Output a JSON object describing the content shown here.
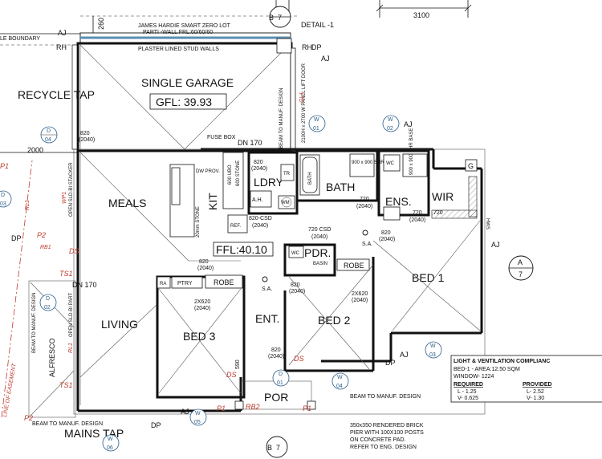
{
  "dimensions": {
    "top_dim": "3100",
    "left_dim": "2000",
    "garage_offset": "260",
    "porch_dim": "590"
  },
  "notes": {
    "zero_lot": "JAMES HARDIE SMART ZERO LOT",
    "parti_wall": "PARTI -WALL FRL:60/60/60",
    "plaster_walls": "PLASTER LINED STUD WALLS",
    "side_boundary": "LE BOUNDARY",
    "beam_manuf_top": "BEAM TO MANUF. DESIGN",
    "panel_lift_door": "2100H x 2700 W PANEL LIFT DOOR",
    "line_of_easement": "LINE OF EASEMENT",
    "beam_left": "BEAM TO MANUF. DESIGN",
    "beam_bottom_left": "BEAM TO MANUF. DESIGN",
    "beam_bottom": "BEAM TO MANUF. DESIGN",
    "pier_1": "350x350 RENDERED BRICK",
    "pier_2": "PIER WITH 100X100 POSTS",
    "pier_3": "ON CONCRETE PAD.",
    "pier_4": "REFER TO ENG. DESIGN",
    "open_sld_stacker": "OPEN SLD-BI STACKER",
    "open_sld_part": "OPEN SLD-BI PART",
    "stone_20mm": "20mm STONE",
    "gfl": "GFL: 39.93",
    "ffl": "FFL:40.10"
  },
  "rooms": {
    "garage": "SINGLE GARAGE",
    "meals": "MEALS",
    "kit": "KIT",
    "ldry": "LDRY",
    "bath": "BATH",
    "ens": "ENS.",
    "wir": "WIR",
    "living": "LIVING",
    "bed3": "BED 3",
    "ent": "ENT.",
    "bed2": "BED 2",
    "bed1": "BED 1",
    "pdr": "PDR.",
    "por": "POR",
    "alfresco": "ALFRESCO",
    "robe_a": "ROBE",
    "robe_b": "ROBE",
    "ptry": "PTRY",
    "ra": "RA",
    "ref": "REF.",
    "ah": "A.H.",
    "wm": "WM",
    "tr": "TR",
    "wc_a": "WC",
    "wc_b": "WC",
    "basin": "BASIN",
    "shower_a": "900 x 900 SHR BASE",
    "shower_b": "900 x 900 SHR BASE",
    "dw": "DW PROV.",
    "ubo": "600 UBO",
    "stone": "600 STONE",
    "fuse_box": "FUSE BOX"
  },
  "tags": {
    "recycle_tap": "RECYCLE TAP",
    "mains_tap": "MAINS TAP",
    "detail": "DETAIL -1",
    "sa1": "S.A.",
    "sa2": "S.A.",
    "g": "G",
    "hws": "HWS",
    "dn1": "DN 170",
    "dn2": "DN 170",
    "aj": "AJ",
    "rh": "RH",
    "dp": "DP",
    "ds": "DS",
    "p1": "P1",
    "p2": "P2",
    "rb1": "RB1",
    "rb2": "RB2",
    "rl1": "RL1",
    "ts1": "TS1",
    "wp1": "WP1",
    "gl1": "GL1"
  },
  "doors": {
    "d820": "820",
    "h2040": "(2040)",
    "d720": "720",
    "d720csd": "720 CSD",
    "d820csd": "820-CSD",
    "d2x620": "2X620"
  },
  "markers": {
    "b7_top": {
      "letter": "B",
      "num": "7"
    },
    "b7_bottom": {
      "letter": "B",
      "num": "7"
    },
    "a7": {
      "letter": "A",
      "num": "7"
    },
    "d04": {
      "letter": "D",
      "num": "04"
    },
    "d03": {
      "letter": "D",
      "num": "03"
    },
    "d02": {
      "letter": "D",
      "num": "02"
    },
    "d01": {
      "letter": "D",
      "num": "01"
    },
    "w01": {
      "letter": "W",
      "num": "01"
    },
    "w02": {
      "letter": "W",
      "num": "02"
    },
    "w03": {
      "letter": "W",
      "num": "03"
    },
    "w04": {
      "letter": "W",
      "num": "04"
    },
    "w05": {
      "letter": "W",
      "num": "05"
    },
    "w06": {
      "letter": "W",
      "num": "06"
    }
  },
  "compliance": {
    "title": "LIGHT & VENTILATION COMPLIANC",
    "area": "BED-1 - AREA:12.50 SQM",
    "window": "WINDOW- 1224",
    "col_required": "REQUIRED",
    "col_provided": "PROVIDED",
    "l_required": "L - 1.25",
    "l_provided": "L- 2.52",
    "v_required": "V- 0.625",
    "v_provided": "V- 1.30"
  }
}
